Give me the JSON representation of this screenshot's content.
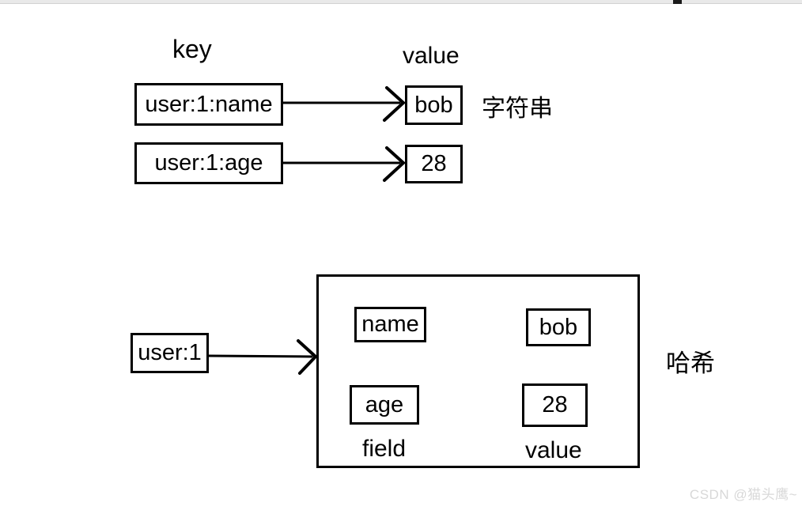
{
  "diagram": {
    "top": {
      "key_header": "key",
      "value_header": "value",
      "rows": [
        {
          "key": "user:1:name",
          "value": "bob"
        },
        {
          "key": "user:1:age",
          "value": "28"
        }
      ],
      "type_label": "字符串"
    },
    "hash": {
      "key": "user:1",
      "entries": [
        {
          "field": "name",
          "value": "bob"
        },
        {
          "field": "age",
          "value": "28"
        }
      ],
      "field_footer": "field",
      "value_footer": "value",
      "type_label": "哈希"
    }
  },
  "watermark": {
    "text": "CSDN @猫头鹰~"
  },
  "colors": {
    "line": "#000000",
    "background": "#ffffff",
    "topbar": "#e9e9e9",
    "watermark": "#d8d8d8"
  }
}
